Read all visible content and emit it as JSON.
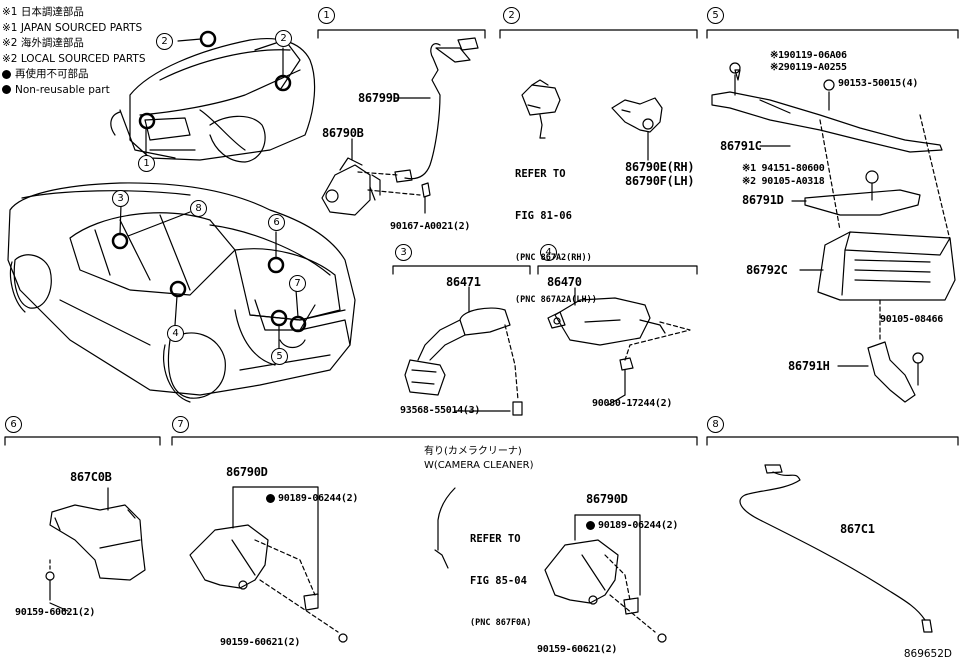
{
  "legend": {
    "japan_jp": "※1 日本調達部品",
    "japan_en": "※1 JAPAN SOURCED PARTS",
    "local_jp": "※2 海外調達部品",
    "local_en": "※2 LOCAL SOURCED PARTS",
    "nonreuse_jp": "再使用不可部品",
    "nonreuse_en": "Non-reusable part"
  },
  "sections": [
    "1",
    "2",
    "3",
    "4",
    "5",
    "6",
    "7",
    "8"
  ],
  "vehicle_callouts": [
    "2",
    "2",
    "1",
    "3",
    "8",
    "6",
    "7",
    "4",
    "5"
  ],
  "parts": {
    "s1": {
      "cable": "86799D",
      "camera": "86790B",
      "bolt": "90167-A0021(2)"
    },
    "s2": {
      "ref_line1": "REFER TO",
      "ref_line2": "FIG 81-06",
      "ref_line3": "(PNC 867A2(RH))",
      "ref_line4": "(PNC 867A2A(LH))",
      "cam_rh": "86790E(RH)",
      "cam_lh": "86790F(LH)"
    },
    "s3": {
      "part": "86471",
      "screw": "93568-55014(3)"
    },
    "s4": {
      "part": "86470",
      "nut": "90080-17244(2)"
    },
    "s5": {
      "bolt_a1": "※190119-06A06",
      "bolt_a2": "※290119-A0255",
      "bolt_b": "90153-50015(4)",
      "bracket_c": "86791C",
      "nut_1": "※1 94151-80600",
      "nut_2": "※2 90105-A0318",
      "bracket_d": "86791D",
      "ecu": "86792C",
      "bolt_c": "90105-08466",
      "bracket_h": "86791H"
    },
    "s6": {
      "part": "867C0B",
      "screw": "90159-60621(2)"
    },
    "s7": {
      "camera_a": "86790D",
      "clip_a": "90189-06244(2)",
      "screw_a": "90159-60621(2)",
      "cleaner_jp": "有り(カメラクリーナ)",
      "cleaner_en": "W(CAMERA CLEANER)",
      "ref_line1": "REFER TO",
      "ref_line2": "FIG 85-04",
      "ref_line3": "(PNC 867F0A)",
      "camera_b": "86790D",
      "clip_b": "90189-06244(2)",
      "screw_b": "90159-60621(2)"
    },
    "s8": {
      "part": "867C1"
    }
  },
  "figure_id": "869652D"
}
